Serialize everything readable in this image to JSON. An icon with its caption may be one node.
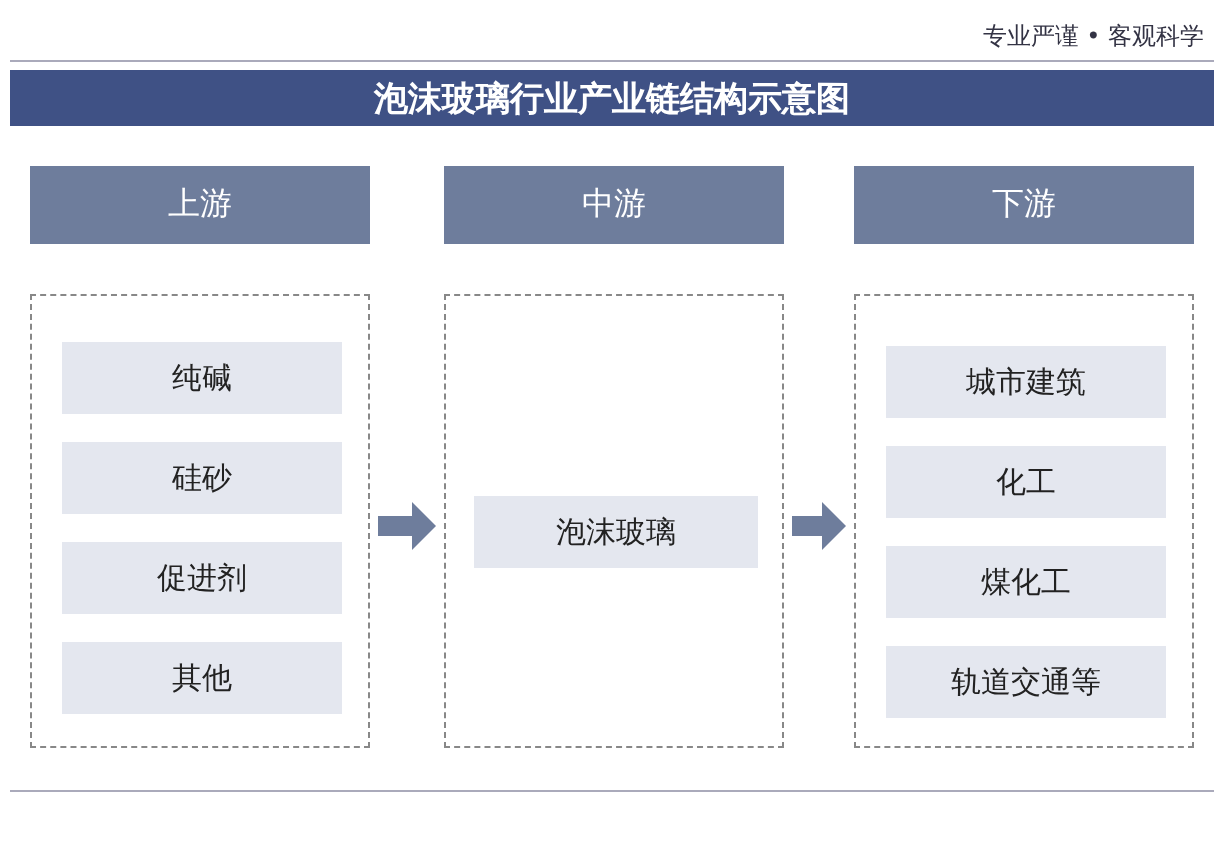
{
  "diagram": {
    "title": "泡沫玻璃行业产业链结构示意图",
    "nodes": [
      {
        "text": [
          "上游"
        ]
      },
      {
        "text": [
          "中游"
        ]
      },
      {
        "text": [
          "下游"
        ]
      },
      {
        "text": [],
        "shape": "box"
      },
      {
        "text": [],
        "shape": "box"
      },
      {
        "text": [],
        "shape": "box"
      },
      {
        "text": [
          "纯碱"
        ],
        "in": 3
      },
      {
        "text": [
          "硅砂"
        ],
        "in": 3
      },
      {
        "text": [
          "促进剂"
        ],
        "in": 3
      },
      {
        "text": [
          "其他"
        ],
        "in": 3
      },
      {
        "text": [
          "泡沫玻璃"
        ],
        "in": 4
      },
      {
        "text": [
          "城市建筑"
        ],
        "in": 5
      },
      {
        "text": [
          "化工"
        ],
        "in": 5
      },
      {
        "text": [
          "煤化工"
        ],
        "in": 5
      },
      {
        "text": [
          "轨道交通等"
        ],
        "in": 5
      }
    ],
    "edges": [
      {
        "from": 3,
        "to": 4,
        "arrow": "to"
      },
      {
        "from": 4,
        "to": 5,
        "arrow": "to"
      }
    ],
    "labels": [
      "专业严谨 • 客观科学"
    ]
  }
}
